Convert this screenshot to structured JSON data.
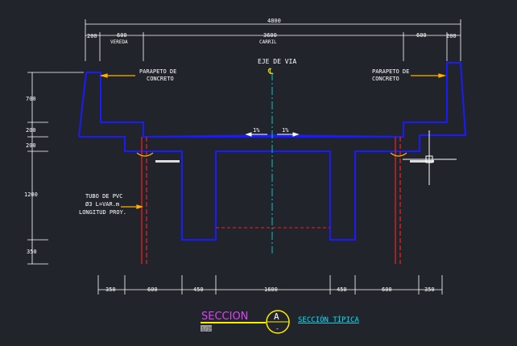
{
  "dimensions_top": {
    "total": "4800",
    "left_200": "200",
    "left_600": "600",
    "vereda": "VEREDA",
    "center_3600": "3600",
    "carril": "CARRIL",
    "right_600": "600",
    "right_200": "200"
  },
  "labels": {
    "eje_de_via": "EJE DE VIA",
    "centerline_symbol": "℄",
    "parapeto_left_1": "PARAPETO DE",
    "parapeto_left_2": "CONCRETO",
    "parapeto_right_1": "PARAPETO DE",
    "parapeto_right_2": "CONCRETO",
    "slope_left": "1%",
    "slope_right": "1%",
    "tubo_1": "TUBO DE PVC",
    "tubo_2": "Ø3 L=VAR.m",
    "tubo_3": "LONGITUD PROY."
  },
  "dimensions_left": {
    "d700": "700",
    "d200a": "200",
    "d200b": "200",
    "d1200": "1200",
    "d350": "350"
  },
  "dimensions_bottom": [
    "350",
    "600",
    "450",
    "1600",
    "450",
    "600",
    "350"
  ],
  "title_block": {
    "seccion": "SECCION",
    "bubble_letter": "A",
    "bubble_sub": "-",
    "scale_tag": "1/25",
    "subtitle": "SECCIÓN TÍPICA"
  },
  "colors": {
    "background": "#21252b",
    "outline": "#1a1aff",
    "dimension": "#ffffff",
    "centerline": "#00c8c8",
    "leader": "#ffb000",
    "pile": "#cc2222",
    "title_magenta": "#e040fb",
    "title_cyan": "#00e5ff",
    "bubble": "#ffee00"
  }
}
